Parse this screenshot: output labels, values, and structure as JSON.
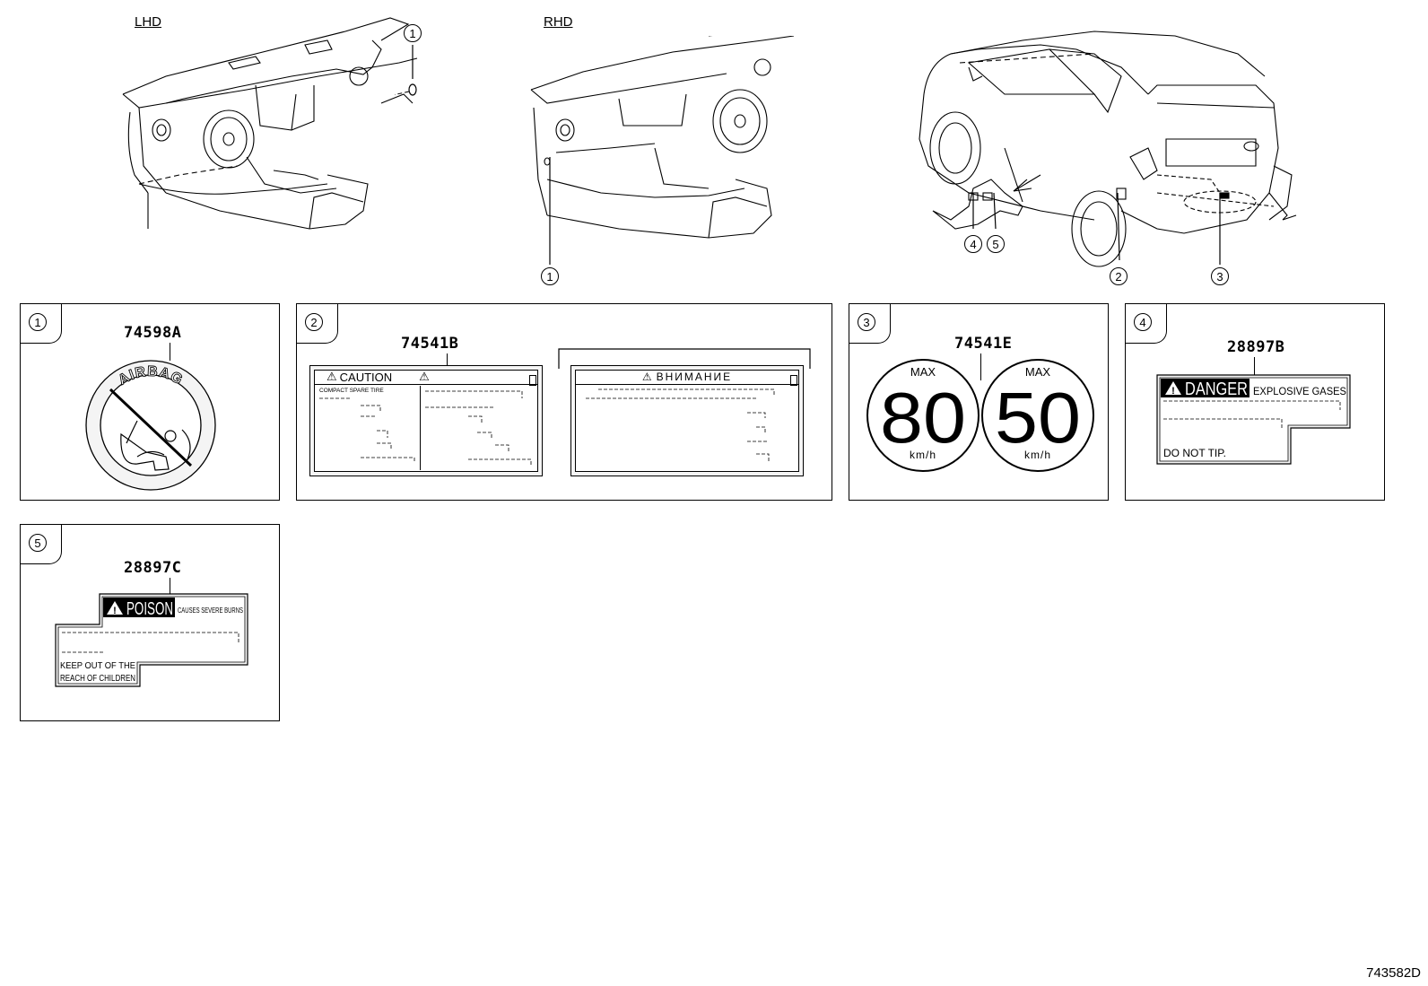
{
  "illustrations": {
    "lhd_label": "LHD",
    "rhd_label": "RHD",
    "lhd_callouts": [
      "1"
    ],
    "rhd_callouts": [
      "1"
    ],
    "car_callouts": [
      "4",
      "5",
      "2",
      "3"
    ]
  },
  "panels": [
    {
      "num": "1",
      "part": "74598A",
      "text": "AIRBAG"
    },
    {
      "num": "2",
      "part": "74541B",
      "caution": "CAUTION",
      "caution_sub": "COMPACT SPARE TIRE",
      "russian": "ВНИМАНИЕ"
    },
    {
      "num": "3",
      "part": "74541E",
      "left_max": "MAX",
      "left_speed": "80",
      "left_unit": "km/h",
      "right_max": "MAX",
      "right_speed": "50",
      "right_unit": "km/h"
    },
    {
      "num": "4",
      "part": "28897B",
      "danger": "DANGER",
      "danger_sub": "EXPLOSIVE GASES",
      "footer": "DO NOT TIP."
    },
    {
      "num": "5",
      "part": "28897C",
      "poison": "POISON",
      "poison_sub": "CAUSES SEVERE BURNS",
      "footer1": "KEEP OUT OF THE",
      "footer2": "REACH OF CHILDREN"
    }
  ],
  "diagram_id": "743582D"
}
